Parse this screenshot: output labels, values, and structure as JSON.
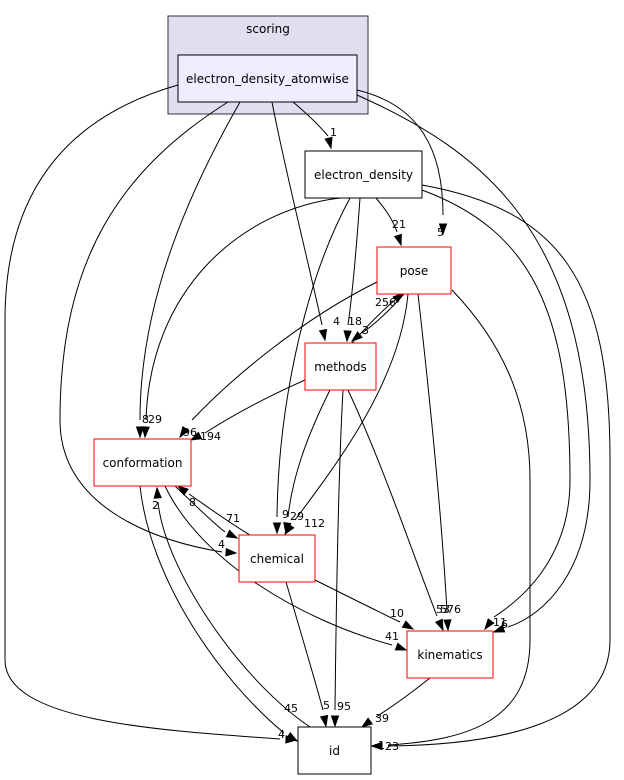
{
  "cluster": {
    "label": "scoring"
  },
  "nodes": {
    "eda": {
      "label": "electron_density_atomwise"
    },
    "ed": {
      "label": "electron_density"
    },
    "pose": {
      "label": "pose"
    },
    "methods": {
      "label": "methods"
    },
    "conformation": {
      "label": "conformation"
    },
    "chemical": {
      "label": "chemical"
    },
    "kinematics": {
      "label": "kinematics"
    },
    "id": {
      "label": "id"
    }
  },
  "edges": [
    {
      "from": "eda",
      "to": "ed",
      "label": "1"
    },
    {
      "from": "eda",
      "to": "pose",
      "label": "5"
    },
    {
      "from": "eda",
      "to": "methods",
      "label": "4"
    },
    {
      "from": "eda",
      "to": "conformation",
      "label": "8"
    },
    {
      "from": "eda",
      "to": "chemical",
      "label": "4"
    },
    {
      "from": "eda",
      "to": "kinematics",
      "label": "6"
    },
    {
      "from": "eda",
      "to": "id",
      "label": "4"
    },
    {
      "from": "ed",
      "to": "pose",
      "label": "21"
    },
    {
      "from": "ed",
      "to": "methods",
      "label": "18"
    },
    {
      "from": "ed",
      "to": "conformation",
      "label": "29"
    },
    {
      "from": "ed",
      "to": "chemical",
      "label": "9"
    },
    {
      "from": "ed",
      "to": "kinematics",
      "label": "11"
    },
    {
      "from": "ed",
      "to": "id",
      "label": "23"
    },
    {
      "from": "pose",
      "to": "methods",
      "label": "3"
    },
    {
      "from": "methods",
      "to": "pose",
      "label": "256"
    },
    {
      "from": "pose",
      "to": "conformation",
      "label": "96"
    },
    {
      "from": "pose",
      "to": "chemical",
      "label": "112"
    },
    {
      "from": "pose",
      "to": "kinematics",
      "label": "576"
    },
    {
      "from": "pose",
      "to": "id",
      "label": "1"
    },
    {
      "from": "methods",
      "to": "conformation",
      "label": "194"
    },
    {
      "from": "methods",
      "to": "chemical",
      "label": "29"
    },
    {
      "from": "methods",
      "to": "kinematics",
      "label": "53"
    },
    {
      "from": "methods",
      "to": "id",
      "label": "95"
    },
    {
      "from": "conformation",
      "to": "chemical",
      "label": "71"
    },
    {
      "from": "chemical",
      "to": "conformation",
      "label": "8"
    },
    {
      "from": "conformation",
      "to": "kinematics",
      "label": "41"
    },
    {
      "from": "conformation",
      "to": "id",
      "label": "45"
    },
    {
      "from": "id",
      "to": "conformation",
      "label": "2"
    },
    {
      "from": "chemical",
      "to": "kinematics",
      "label": "10"
    },
    {
      "from": "chemical",
      "to": "id",
      "label": "5"
    },
    {
      "from": "kinematics",
      "to": "id",
      "label": "39"
    }
  ],
  "colors": {
    "cluster_fill": "#dfdfef",
    "cluster_stroke": "#333333",
    "focus_fill": "#eeeeff",
    "node_stroke_black": "#000000",
    "node_stroke_red": "#ff0000",
    "node_fill": "#ffffff",
    "edge": "#000000"
  }
}
